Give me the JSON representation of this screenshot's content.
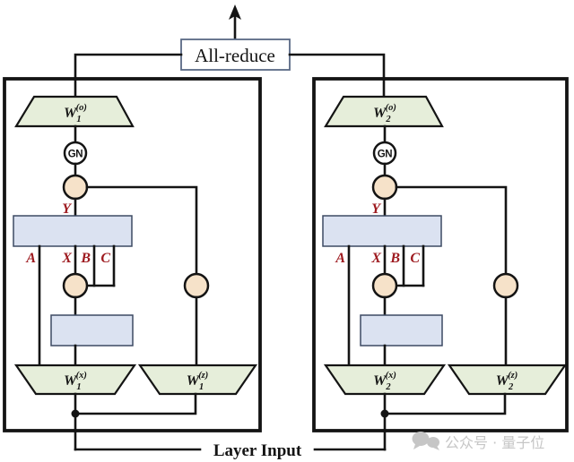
{
  "all_reduce": {
    "label": "All-reduce"
  },
  "layer_input": {
    "label": "Layer Input"
  },
  "watermark": {
    "text": "公众号 · 量子位",
    "icon": "wechat-icon"
  },
  "colors": {
    "line": "#141414",
    "trapezoid_fill": "#e6eeda",
    "op_circle_fill": "#f6e2c9",
    "rect_fill": "#dbe2f1",
    "rect_stroke": "#3d4a63",
    "allreduce_stroke": "#5a6a85",
    "red_label": "#9e1b20",
    "watermark_gray": "#c6c6c6"
  },
  "gpu1": {
    "w_out": {
      "base": "W",
      "sub": "1",
      "sup": "(o)"
    },
    "gn_label": "GN",
    "y_label": "Y",
    "split_labels": [
      "A",
      "X",
      "B",
      "C"
    ],
    "w_x": {
      "base": "W",
      "sub": "1",
      "sup": "(x)"
    },
    "w_z": {
      "base": "W",
      "sub": "1",
      "sup": "(z)"
    }
  },
  "gpu2": {
    "w_out": {
      "base": "W",
      "sub": "2",
      "sup": "(o)"
    },
    "gn_label": "GN",
    "y_label": "Y",
    "split_labels": [
      "A",
      "X",
      "B",
      "C"
    ],
    "w_x": {
      "base": "W",
      "sub": "2",
      "sup": "(x)"
    },
    "w_z": {
      "base": "W",
      "sub": "2",
      "sup": "(z)"
    }
  }
}
